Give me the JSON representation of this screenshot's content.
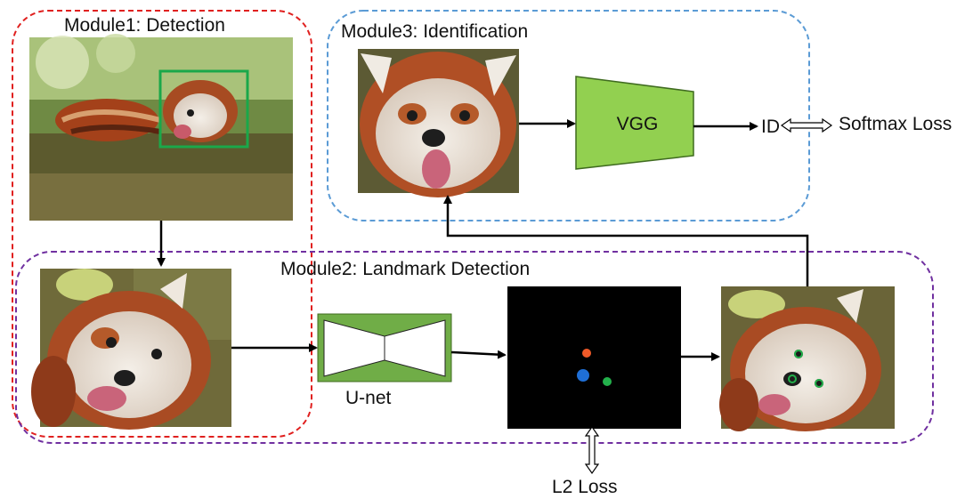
{
  "modules": {
    "detection": {
      "title": "Module1: Detection",
      "color": "#e0201f"
    },
    "identification": {
      "title": "Module3: Identification",
      "color": "#5b9bd5"
    },
    "landmark": {
      "title": "Module2: Landmark Detection",
      "color": "#7030a0"
    }
  },
  "blocks": {
    "vgg": {
      "label": "VGG",
      "fill": "#92d050"
    },
    "unet": {
      "label": "U-net",
      "fill": "#70ad47"
    }
  },
  "labels": {
    "id": "ID",
    "softmax_loss": "Softmax Loss",
    "l2_loss": "L2 Loss"
  },
  "colors": {
    "detection_box": "#1aa84a",
    "landmark_red": "#f05a28",
    "landmark_blue": "#1f6fd6",
    "landmark_green": "#23b04b"
  },
  "images": [
    {
      "name": "red-panda-on-branch-photo"
    },
    {
      "name": "red-panda-face-crop-photo"
    },
    {
      "name": "red-panda-face-photo"
    },
    {
      "name": "landmark-heatmap"
    },
    {
      "name": "red-panda-face-with-landmarks-photo"
    }
  ]
}
